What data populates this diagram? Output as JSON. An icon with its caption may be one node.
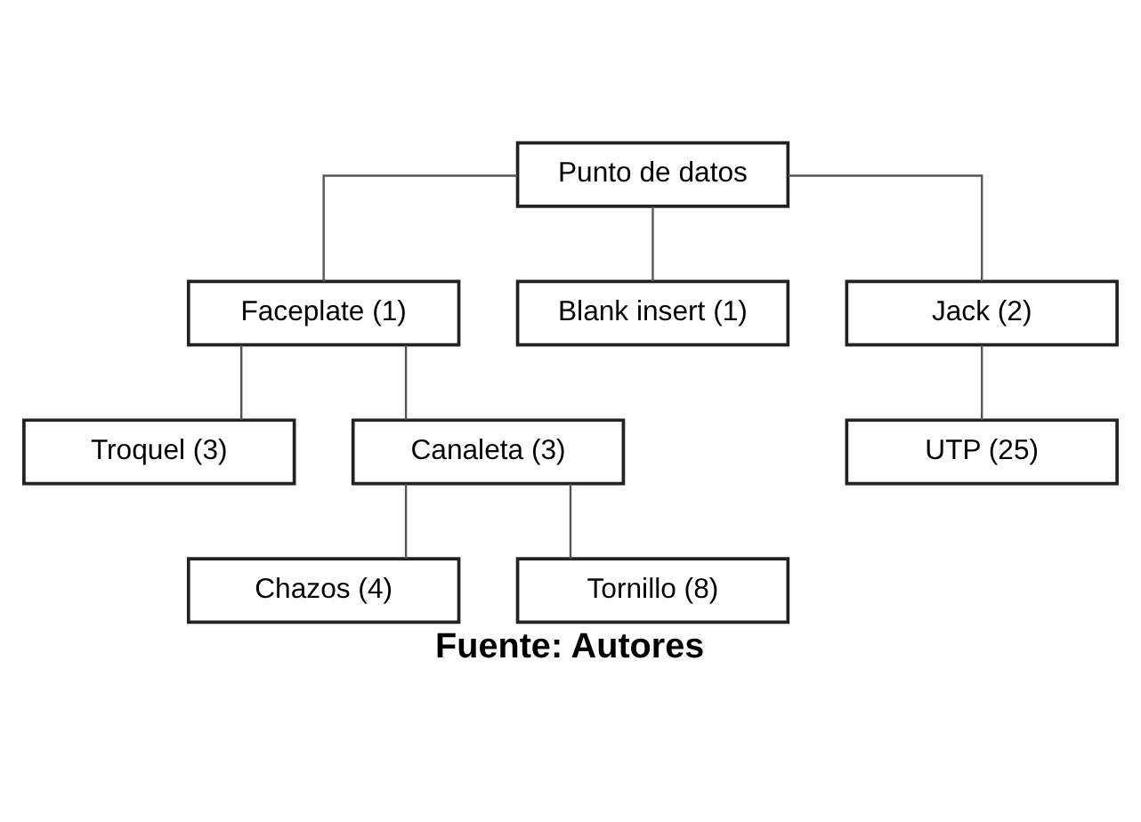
{
  "diagram": {
    "caption": "Fuente: Autores",
    "nodes": [
      {
        "text": [
          "Punto de datos"
        ]
      },
      {
        "text": [
          "Faceplate (1)"
        ]
      },
      {
        "text": [
          "Blank insert (1)"
        ]
      },
      {
        "text": [
          "Jack (2)"
        ]
      },
      {
        "text": [
          "Troquel (3)"
        ]
      },
      {
        "text": [
          "Canaleta (3)"
        ]
      },
      {
        "text": [
          "UTP (25)"
        ]
      },
      {
        "text": [
          "Chazos (4)"
        ]
      },
      {
        "text": [
          "Tornillo (8)"
        ]
      }
    ],
    "edges": [
      {
        "from": 0,
        "to": 1,
        "arrow": "none"
      },
      {
        "from": 0,
        "to": 2,
        "arrow": "none"
      },
      {
        "from": 0,
        "to": 3,
        "arrow": "none"
      },
      {
        "from": 1,
        "to": 4,
        "arrow": "none"
      },
      {
        "from": 1,
        "to": 5,
        "arrow": "none"
      },
      {
        "from": 3,
        "to": 6,
        "arrow": "none"
      },
      {
        "from": 5,
        "to": 7,
        "arrow": "none"
      },
      {
        "from": 5,
        "to": 8,
        "arrow": "none"
      }
    ]
  }
}
